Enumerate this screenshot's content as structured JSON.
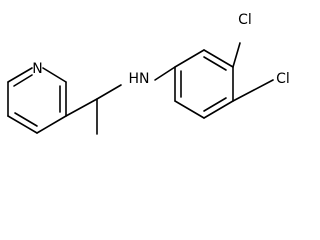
{
  "molecule": {
    "atoms": {
      "cl_upper": "Cl",
      "cl_lower": "Cl",
      "nh": "HN",
      "n_ring": "N"
    }
  }
}
